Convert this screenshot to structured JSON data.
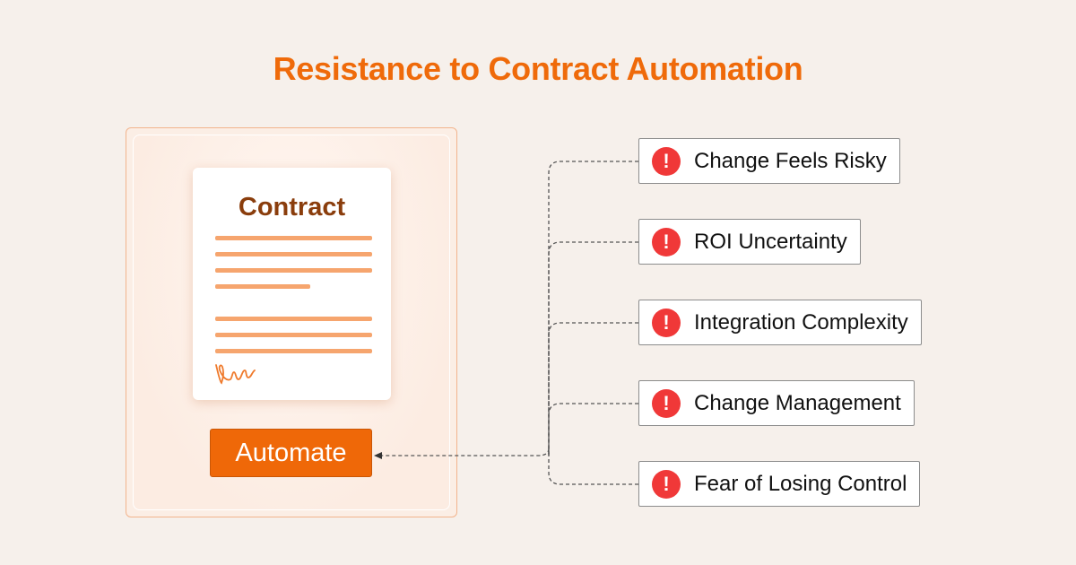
{
  "title": "Resistance to Contract Automation",
  "document": {
    "title": "Contract",
    "signature_icon": "signature-icon"
  },
  "action": {
    "label": "Automate"
  },
  "issues": [
    {
      "label": "Change Feels Risky",
      "icon": "alert-icon"
    },
    {
      "label": "ROI Uncertainty",
      "icon": "alert-icon"
    },
    {
      "label": "Integration Complexity",
      "icon": "alert-icon"
    },
    {
      "label": "Change Management",
      "icon": "alert-icon"
    },
    {
      "label": "Fear of Losing Control",
      "icon": "alert-icon"
    }
  ],
  "colors": {
    "accent": "#ef6a0a",
    "document_title": "#8a3d0c",
    "alert": "#f03838",
    "background": "#f6f0eb"
  }
}
